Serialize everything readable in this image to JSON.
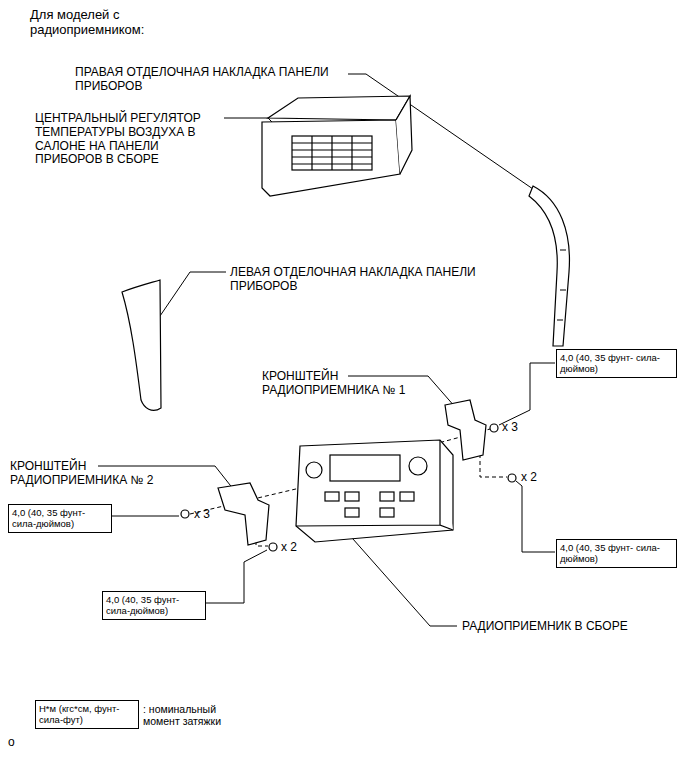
{
  "diagram": {
    "title": "Для моделей с радиоприемником:",
    "nodes": [
      {
        "text": [
          "4,0 (40, 35 фунт- сила-дюймов)"
        ]
      },
      {
        "text": [
          "4,0 (40, 35 фунт- сила-дюймов)"
        ]
      },
      {
        "text": [
          "4,0 (40, 35 фунт- сила-дюймов)"
        ]
      },
      {
        "text": [
          "4,0 (40, 35 фунт- сила-дюймов)"
        ]
      },
      {
        "text": [
          "Н*м (кгс*см, фунт- сила-фут)"
        ]
      }
    ],
    "edges": [],
    "labels": [
      "ПРАВАЯ ОТДЕЛОЧНАЯ НАКЛАДКА ПАНЕЛИ ПРИБОРОВ",
      "ЦЕНТРАЛЬНЫЙ РЕГУЛЯТОР ТЕМПЕРАТУРЫ ВОЗДУХА В САЛОНЕ НА ПАНЕЛИ ПРИБОРОВ В СБОРЕ",
      "ЛЕВАЯ ОТДЕЛОЧНАЯ НАКЛАДКА ПАНЕЛИ ПРИБОРОВ",
      "КРОНШТЕЙН РАДИОПРИЕМНИКА № 1",
      "x 3",
      "x 2",
      "КРОНШТЕЙН РАДИОПРИЕМНИКА № 2",
      "x 3",
      "x 2",
      "РАДИОПРИЕМНИК В СБОРЕ",
      "о"
    ],
    "legend": [
      {
        "text": ": номинальный момент затяжки"
      }
    ]
  }
}
